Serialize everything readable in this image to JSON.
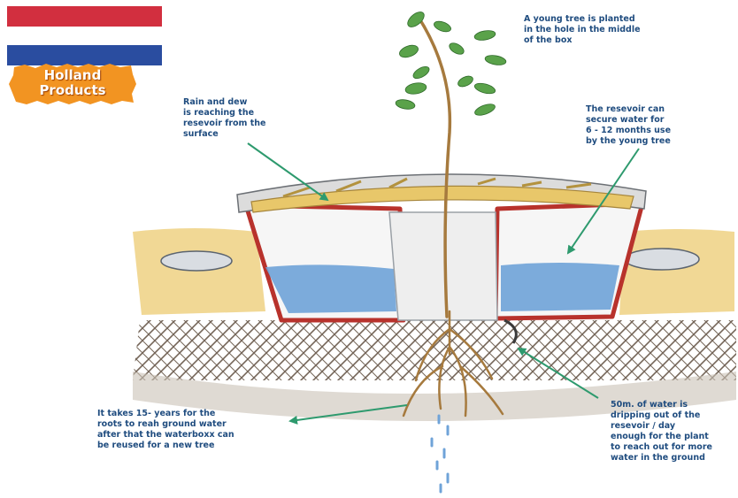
{
  "brand": {
    "badge_text": "Holland\nProducts",
    "flag_colors": [
      "#d22f3f",
      "#ffffff",
      "#2a4da0"
    ],
    "badge_color": "#f29422"
  },
  "callouts": {
    "tree_planted": "A young tree is planted\nin the hole in the middle\nof the box",
    "rain_dew": "Rain and dew\nis reaching the\nresevoir from the\nsurface",
    "reservoir": "The resevoir can\nsecure water for\n6 - 12 months use\nby the young tree",
    "ground_water": "It takes 15- years for the\nroots to reah ground water\nafter that the waterboxx can\nbe reused for a new tree",
    "dripping": "50m. of water is\ndripping out of the\nresevoir / day\nenough for the plant\nto reach out for more\nwater in the ground"
  },
  "colors": {
    "text": "#1f4c7f",
    "arrow": "#2e9a6e",
    "water": "#6fa3d8",
    "box_rim": "#b8322c",
    "lid": "#e8c76a",
    "sand": "#f0d48a",
    "soil": "#8a6a4a",
    "leaf": "#5aa24a",
    "trunk": "#a67a3e"
  }
}
